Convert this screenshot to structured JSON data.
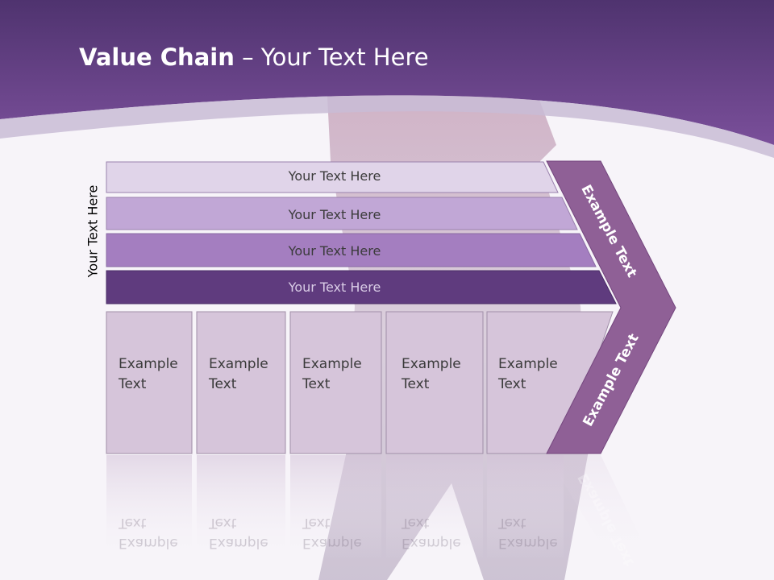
{
  "colors": {
    "header": "#5f3d80",
    "bar1": "#e0d4e9",
    "bar2": "#c1a7d6",
    "bar3": "#a47ec0",
    "bar4": "#5f3b7e",
    "box": "#d6c5da",
    "chevron": "#8f6096"
  },
  "title": {
    "bold": "Value Chain",
    "rest": " – Your Text Here"
  },
  "side_label": "Your Text Here",
  "bars": [
    "Your Text Here",
    "Your Text Here",
    "Your Text Here",
    "Your Text Here"
  ],
  "boxes": [
    {
      "line1": "Example",
      "line2": "Text"
    },
    {
      "line1": "Example",
      "line2": "Text"
    },
    {
      "line1": "Example",
      "line2": "Text"
    },
    {
      "line1": "Example",
      "line2": "Text"
    },
    {
      "line1": "Example",
      "line2": "Text"
    }
  ],
  "chevron_top_text": "Example Text",
  "chevron_bottom_text": "Example Text"
}
